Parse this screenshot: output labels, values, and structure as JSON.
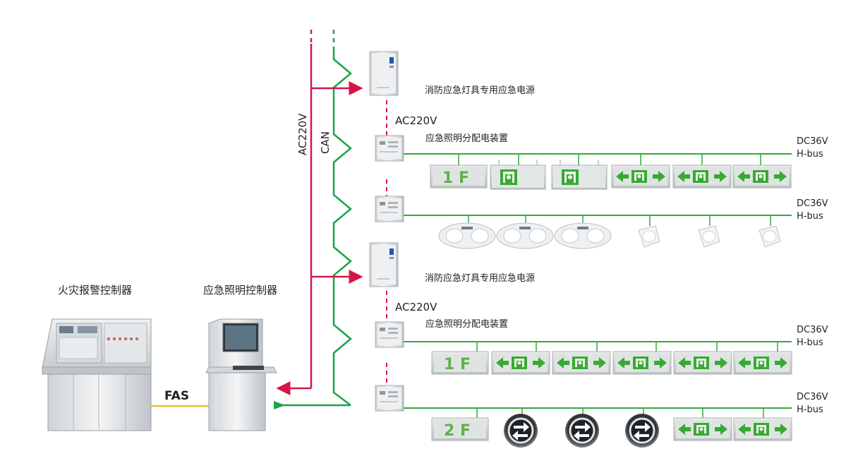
{
  "labels": {
    "fire_alarm_controller": "火灾报警控制器",
    "emergency_lighting_controller": "应急照明控制器",
    "fas": "FAS",
    "ac_vertical": "AC220V",
    "can_vertical": "CAN",
    "power_supply_1": "消防应急灯具专用应急电源",
    "power_supply_2": "消防应急灯具专用应急电源",
    "ac_branch_1": "AC220V",
    "ac_branch_2": "AC220V",
    "distribution_1": "应急照明分配电装置",
    "distribution_2": "应急照明分配电装置"
  },
  "buses": [
    {
      "voltage": "DC36V",
      "type": "H-bus"
    },
    {
      "voltage": "DC36V",
      "type": "H-bus"
    },
    {
      "voltage": "DC36V",
      "type": "H-bus"
    },
    {
      "voltage": "DC36V",
      "type": "H-bus"
    }
  ],
  "floor_signs": {
    "row1": "1 F",
    "row3": "1 F",
    "row4": "2 F"
  },
  "colors": {
    "power_line": "#d5154a",
    "can_line": "#1aa34a",
    "fas_line": "#f2c21b",
    "bus_line": "#35a83a",
    "sign_green": "#39a935"
  }
}
